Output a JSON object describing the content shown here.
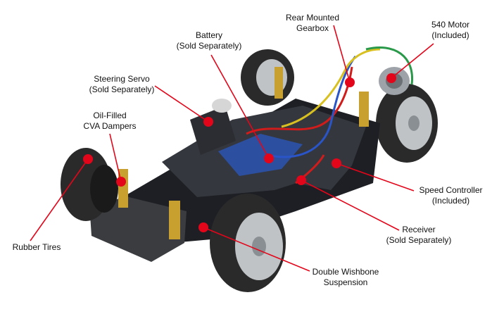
{
  "colors": {
    "callout": "#e3061a",
    "tire": "#2a2a2a",
    "tire_tread": "#4a4a4a",
    "wheel": "#bfc3c6",
    "chassis": "#1d1f24",
    "deck": "#34373d",
    "blue_part": "#2c4fa0",
    "spring": "#c8a030",
    "wire_red": "#d11c1c",
    "wire_blue": "#2a55c8",
    "wire_yellow": "#d8c020",
    "wire_green": "#2a9a4a"
  },
  "labels": {
    "rear_gearbox": [
      "Rear Mounted",
      "Gearbox"
    ],
    "motor": [
      "540 Motor",
      "(Included)"
    ],
    "battery": [
      "Battery",
      "(Sold Separately)"
    ],
    "steering_servo": [
      "Steering Servo",
      "(Sold Separately)"
    ],
    "dampers": [
      "Oil-Filled",
      "CVA Dampers"
    ],
    "speed_controller": [
      "Speed Controller",
      "(Included)"
    ],
    "receiver": [
      "Receiver",
      "(Sold Separately)"
    ],
    "rubber_tires": [
      "Rubber Tires"
    ],
    "suspension": [
      "Double Wishbone",
      "Suspension"
    ]
  }
}
